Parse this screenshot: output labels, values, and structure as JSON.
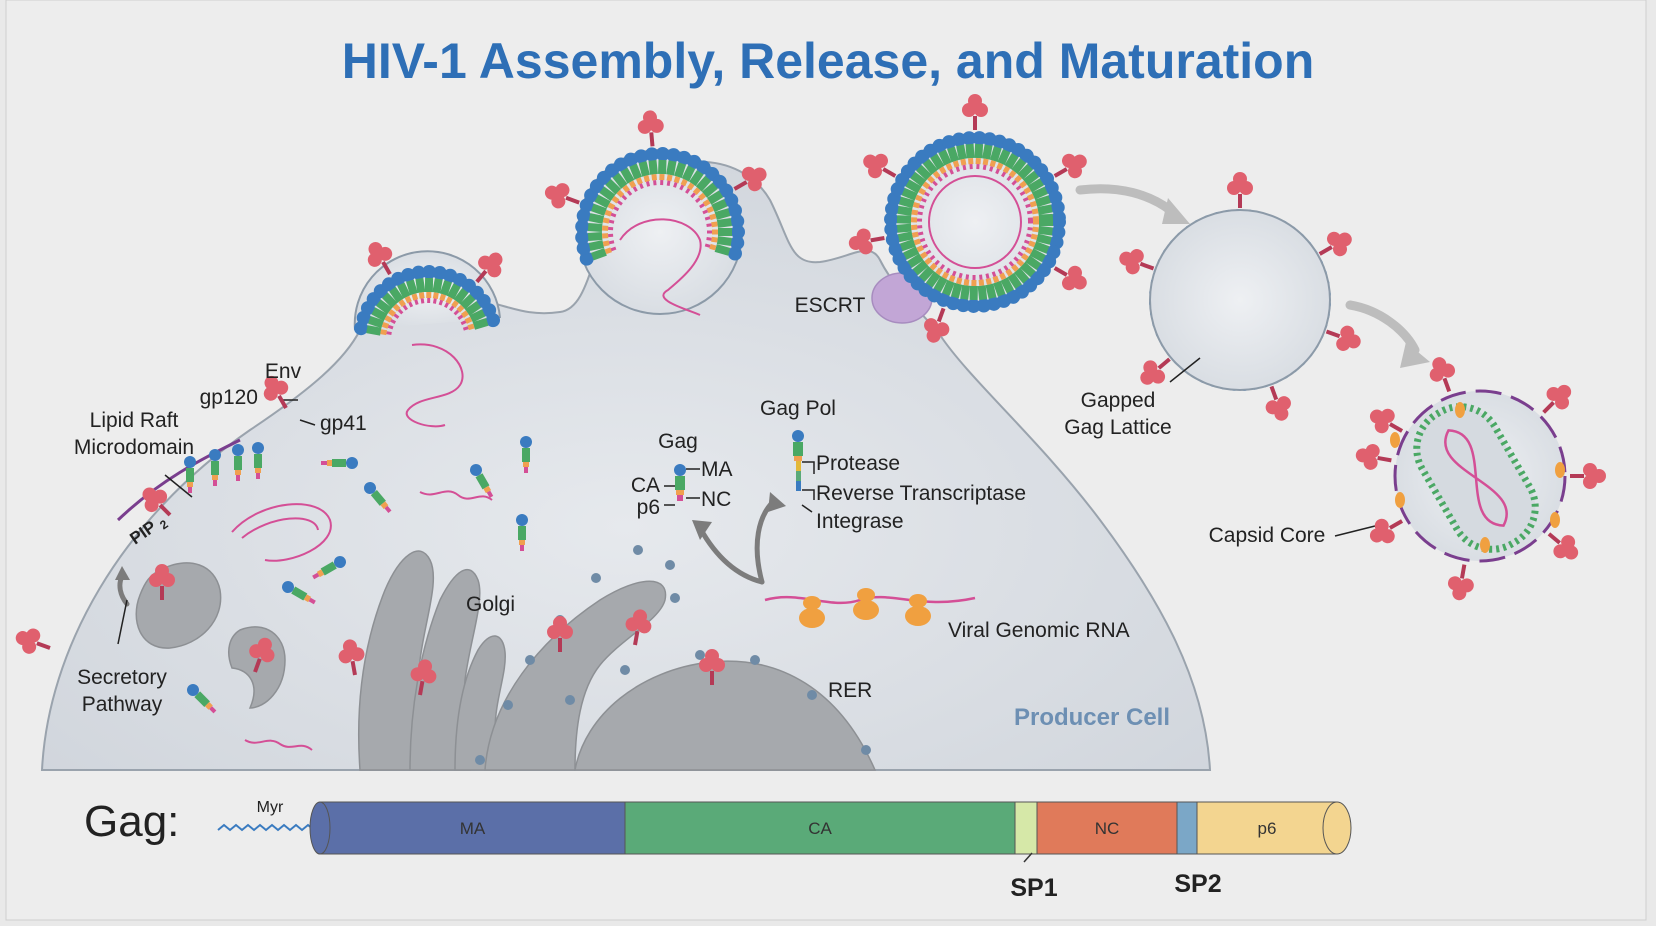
{
  "title": "HIV-1 Assembly, Release, and Maturation",
  "labels": {
    "env": "Env",
    "gp120": "gp120",
    "gp41": "gp41",
    "lipid_raft_line1": "Lipid Raft",
    "lipid_raft_line2": "Microdomain",
    "pip2": "PIP",
    "pip2_sub": "2",
    "escrt": "ESCRT",
    "gag_pol": "Gag Pol",
    "gag": "Gag",
    "ma": "MA",
    "ca": "CA",
    "nc": "NC",
    "p6": "p6",
    "protease": "Protease",
    "reverse_transcriptase": "Reverse Transcriptase",
    "integrase": "Integrase",
    "golgi": "Golgi",
    "viral_genomic_rna": "Viral Genomic RNA",
    "rer": "RER",
    "producer_cell": "Producer Cell",
    "secretory_line1": "Secretory",
    "secretory_line2": "Pathway",
    "gapped_line1": "Gapped",
    "gapped_line2": "Gag Lattice",
    "capsid_core": "Capsid Core"
  },
  "gag_bar": {
    "label": "Gag:",
    "myr": "Myr",
    "segments": [
      {
        "name": "MA",
        "color": "#5b6fa8"
      },
      {
        "name": "CA",
        "color": "#5aaa78"
      },
      {
        "name": "",
        "color": "#d6e8a8"
      },
      {
        "name": "NC",
        "color": "#e07a5a"
      },
      {
        "name": "",
        "color": "#7ba7c7"
      },
      {
        "name": "p6",
        "color": "#f3d590"
      }
    ],
    "sp1": "SP1",
    "sp2": "SP2"
  },
  "colors": {
    "title": "#2e6fb6",
    "cell": "#d5d9df",
    "matrix": "#3a7bc0",
    "capsid": "#4aa864",
    "nucleocapsid": "#f0a050",
    "rna": "#d44f96",
    "env": "#e0606e",
    "organelle": "#a6a9ad",
    "escrt": "#c2a6d6",
    "producer_cell_text": "#6d8fb3"
  }
}
